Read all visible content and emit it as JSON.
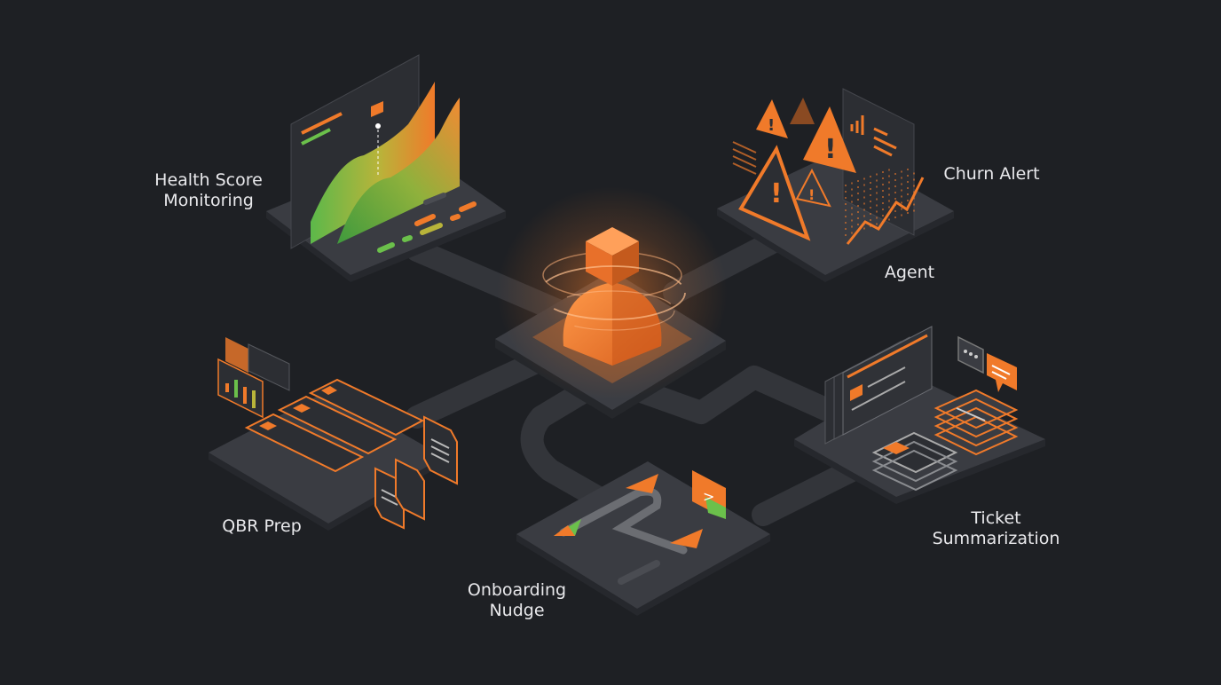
{
  "hub": {
    "label": "Agent"
  },
  "modules": [
    {
      "key": "health",
      "label_lines": [
        "Health Score",
        "Monitoring"
      ]
    },
    {
      "key": "churn",
      "label_lines": [
        "Churn Alert"
      ]
    },
    {
      "key": "qbr",
      "label_lines": [
        "QBR Prep"
      ]
    },
    {
      "key": "onboarding",
      "label_lines": [
        "Onboarding",
        "Nudge"
      ]
    },
    {
      "key": "ticket",
      "label_lines": [
        "Ticket",
        "Summarization"
      ]
    }
  ],
  "colors": {
    "background": "#1e2024",
    "platform_top": "#3a3c42",
    "platform_side": "#2a2c31",
    "accent": "#f07a2a",
    "accent_dark": "#c2561a",
    "green": "#6bc04b",
    "text": "#e9e9ec"
  },
  "icons": [
    "agent-figure-icon",
    "warning-triangle-icon",
    "area-chart-icon",
    "bar-chart-icon",
    "document-icon",
    "chat-bubble-icon",
    "arrow-icon",
    "stack-icon"
  ]
}
